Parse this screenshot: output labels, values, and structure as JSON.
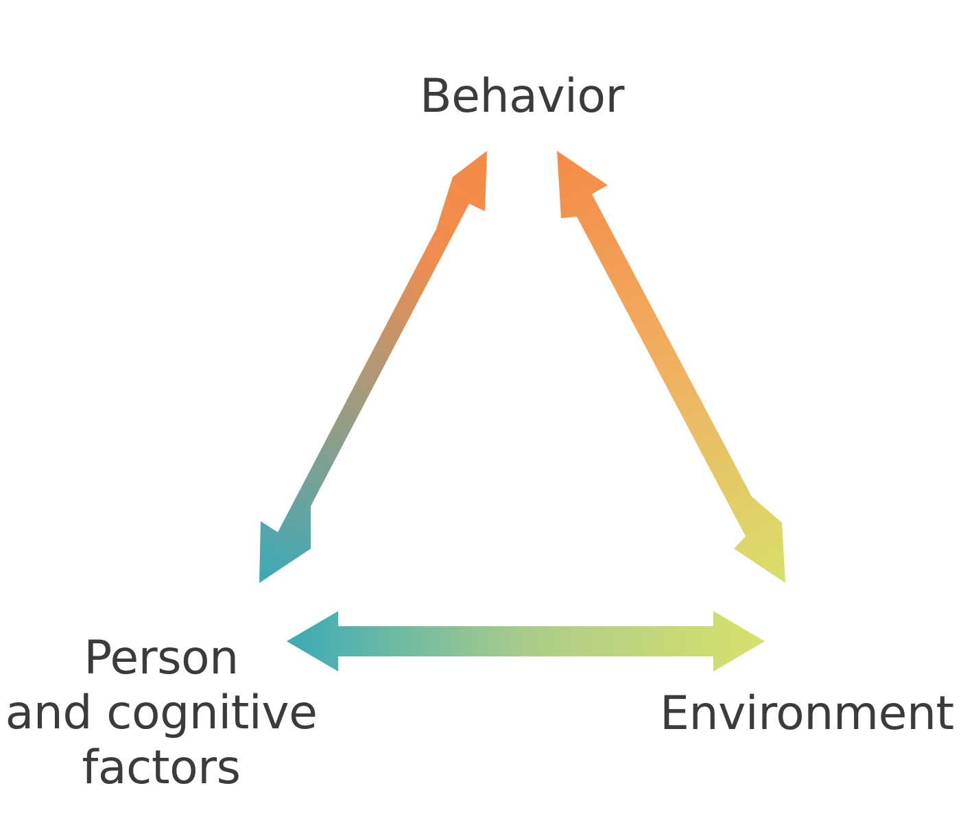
{
  "diagram": {
    "nodes": {
      "behavior": {
        "label": "Behavior"
      },
      "person": {
        "line1": "Person",
        "line2": "and cognitive",
        "line3": "factors"
      },
      "environment": {
        "label": "Environment"
      }
    },
    "edges": [
      {
        "from": "behavior",
        "to": "person",
        "bidirectional": true
      },
      {
        "from": "behavior",
        "to": "environment",
        "bidirectional": true
      },
      {
        "from": "person",
        "to": "environment",
        "bidirectional": true
      }
    ],
    "colors": {
      "behavior": "#f58a45",
      "person": "#3aaab8",
      "environment": "#d8e06a"
    }
  }
}
